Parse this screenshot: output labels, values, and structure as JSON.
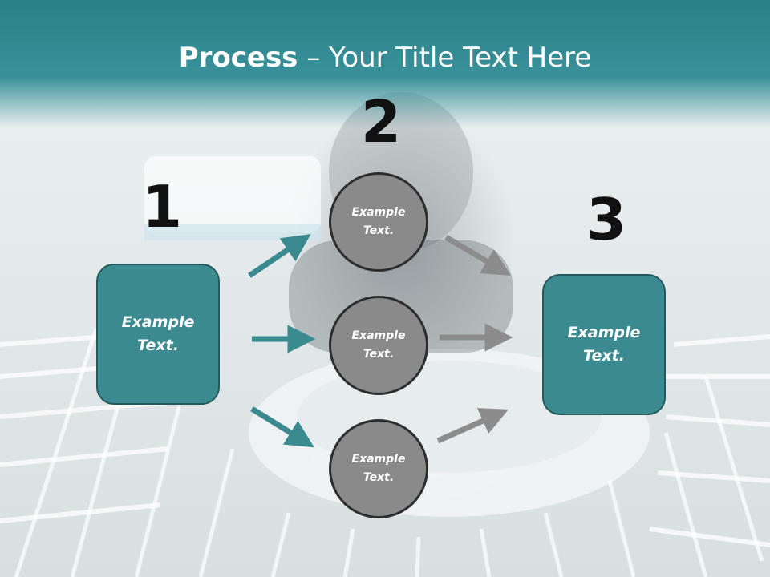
{
  "slide": {
    "title_bold": "Process",
    "title_rest": " – Your Title Text Here"
  },
  "steps": [
    {
      "number": "1",
      "text": "Example Text."
    },
    {
      "number": "2"
    },
    {
      "number": "3",
      "text": "Example Text."
    }
  ],
  "circles": [
    {
      "text": "Example Text."
    },
    {
      "text": "Example Text."
    },
    {
      "text": "Example Text."
    }
  ],
  "colors": {
    "title_band": "#3a9199",
    "box_fill": "#3a8a90",
    "circle_fill": "#8a8a8a",
    "teal_arrow": "#3a8a90",
    "grey_arrow": "#8c8c8c"
  }
}
